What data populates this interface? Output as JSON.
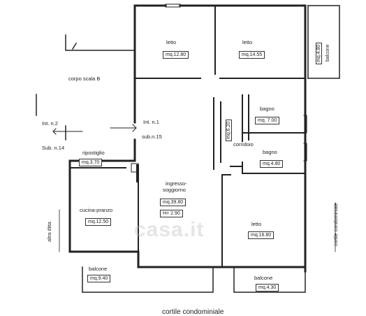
{
  "rooms": {
    "letto1": {
      "label": "letto",
      "area": "mq.12.80"
    },
    "letto2": {
      "label": "letto",
      "area": "mq.14.55"
    },
    "balcone_right": {
      "label": "balcone",
      "area": "mq.4.80"
    },
    "corpo_scala": {
      "label": "corpo scala B"
    },
    "int2": {
      "label": "Int. n.2",
      "sub": "Sub. n.14"
    },
    "int1": {
      "label": "Int. n.1",
      "sub": "sub.n.15"
    },
    "bagno1": {
      "label": "bagno",
      "area": "mq. 7.00"
    },
    "corridoio": {
      "label": "corridoio",
      "area": "mq.6.20"
    },
    "bagno2": {
      "label": "bagno",
      "area": "mq.4.80"
    },
    "ripostiglio": {
      "label": "ripostiglio",
      "area": "mq.3.70"
    },
    "ingresso": {
      "label1": "ingresso-",
      "label2": "soggiorno",
      "area": "mq.39.80",
      "height": "H= 2.90"
    },
    "cucina": {
      "label": "cucina-pranzo",
      "area": "mq.12.50"
    },
    "letto3": {
      "label": "letto",
      "area": "mq.16.80"
    },
    "balcone_left": {
      "label": "balcone",
      "area": "mq.9.40"
    },
    "balcone_bottom": {
      "label": "balcone",
      "area": "mq.4.30"
    }
  },
  "side_labels": {
    "left": "altra ditta",
    "right": "cortile condominiale"
  },
  "bottom_title": "cortile condominiale",
  "watermark": "casa.it"
}
